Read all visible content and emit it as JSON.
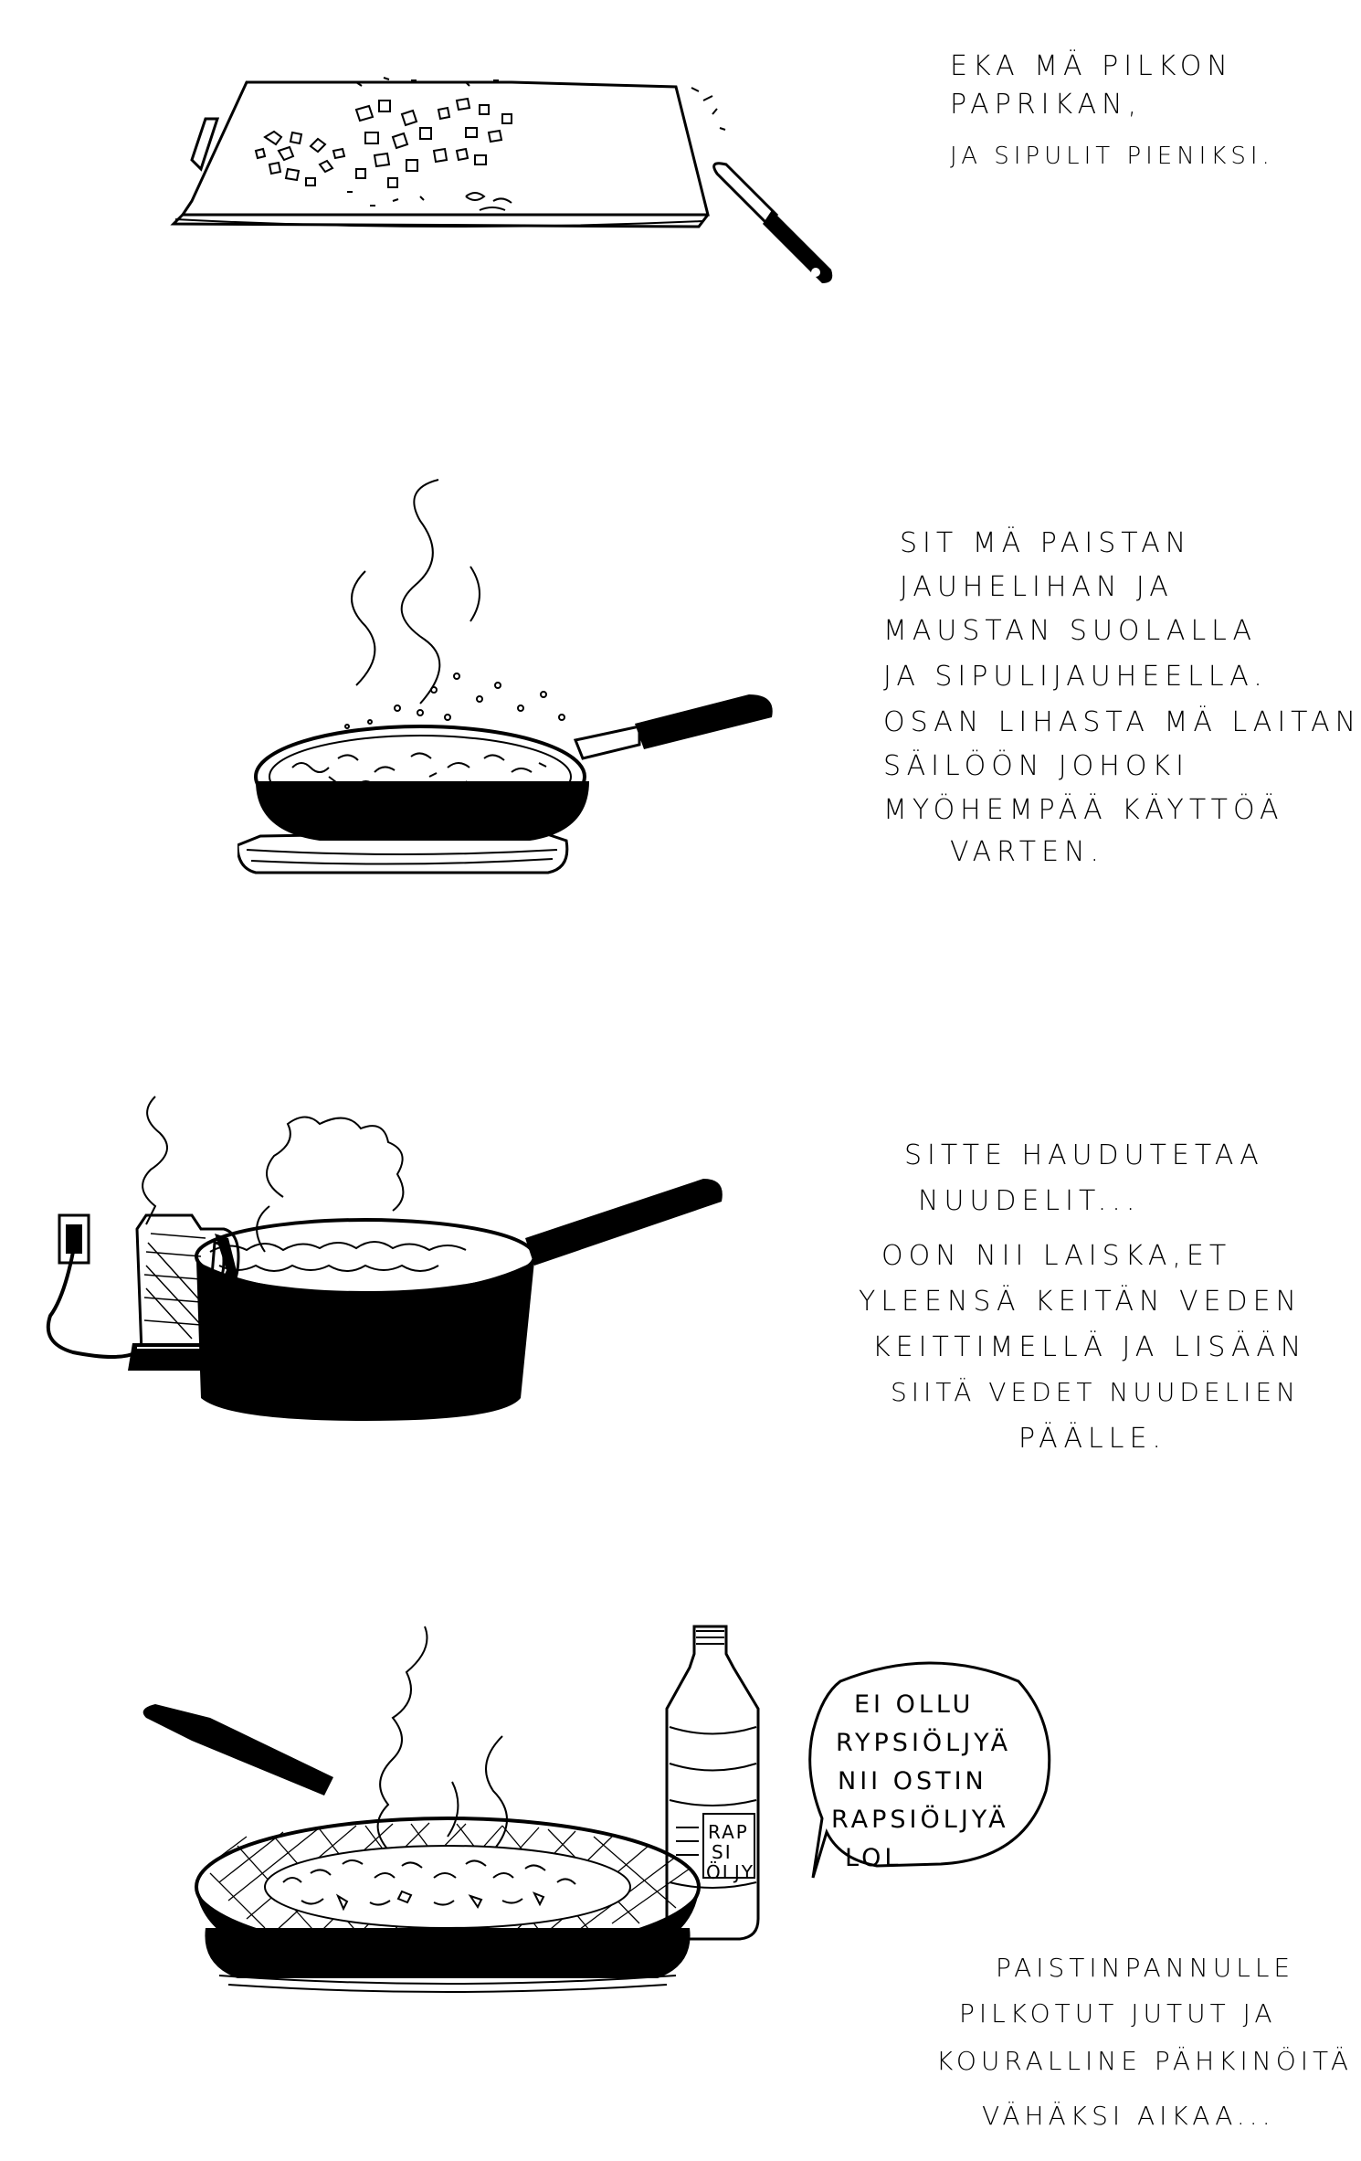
{
  "panel1": {
    "caption_lines": [
      "EKA MÄ PILKON",
      "PAPRIKAN,",
      "JA SIPULIT PIENIKSI."
    ]
  },
  "panel2": {
    "caption_lines": [
      "SIT MÄ PAISTAN",
      "JAUHELIHAN JA",
      "MAUSTAN SUOLALLA",
      "JA SIPULIJAUHEELLA.",
      "OSAN LIHASTA MÄ LAITAN",
      "SÄILÖÖN JOHOKI",
      "MYÖHEMPÄÄ KÄYTTÖÄ",
      "VARTEN."
    ]
  },
  "panel3": {
    "caption_lines": [
      "SITTE HAUDUTETAA",
      "NUUDELIT...",
      "OON NII LAISKA,ET",
      "YLEENSÄ KEITÄN VEDEN",
      "KEITTIMELLÄ JA LISÄÄN",
      "SIITÄ VEDET NUUDELIEN",
      "PÄÄLLE."
    ]
  },
  "panel4": {
    "bottle_label": [
      "RAP",
      "SI",
      "ÖLJY"
    ],
    "bubble_lines": [
      "EI OLLU",
      "RYPSIÖLJYÄ",
      "NII OSTIN",
      "RAPSIÖLJYÄ",
      "LOL"
    ],
    "caption_lines": [
      "PAISTINPANNULLE",
      "PILKOTUT JUTUT JA",
      "KOURALLINE PÄHKINÖITÄ",
      "VÄHÄKSI AIKAA..."
    ]
  }
}
